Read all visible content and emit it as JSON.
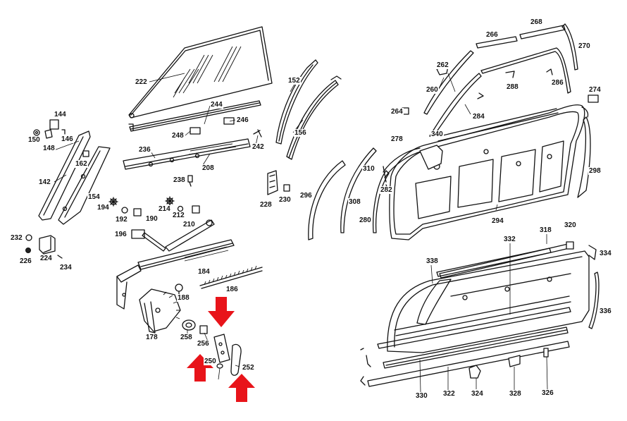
{
  "diagram": {
    "labels": [
      {
        "id": "222",
        "text": "222"
      },
      {
        "id": "244",
        "text": "244"
      },
      {
        "id": "246",
        "text": "246"
      },
      {
        "id": "248",
        "text": "248"
      },
      {
        "id": "242",
        "text": "242"
      },
      {
        "id": "236",
        "text": "236"
      },
      {
        "id": "208",
        "text": "208"
      },
      {
        "id": "238",
        "text": "238"
      },
      {
        "id": "152",
        "text": "152"
      },
      {
        "id": "156",
        "text": "156"
      },
      {
        "id": "228",
        "text": "228"
      },
      {
        "id": "230",
        "text": "230"
      },
      {
        "id": "144",
        "text": "144"
      },
      {
        "id": "150",
        "text": "150"
      },
      {
        "id": "148",
        "text": "148"
      },
      {
        "id": "146",
        "text": "146"
      },
      {
        "id": "162",
        "text": "162"
      },
      {
        "id": "142",
        "text": "142"
      },
      {
        "id": "154",
        "text": "154"
      },
      {
        "id": "194",
        "text": "194"
      },
      {
        "id": "192",
        "text": "192"
      },
      {
        "id": "190",
        "text": "190"
      },
      {
        "id": "214",
        "text": "214"
      },
      {
        "id": "212",
        "text": "212"
      },
      {
        "id": "210",
        "text": "210"
      },
      {
        "id": "196",
        "text": "196"
      },
      {
        "id": "232",
        "text": "232"
      },
      {
        "id": "226",
        "text": "226"
      },
      {
        "id": "224",
        "text": "224"
      },
      {
        "id": "234",
        "text": "234"
      },
      {
        "id": "184",
        "text": "184"
      },
      {
        "id": "186",
        "text": "186"
      },
      {
        "id": "188",
        "text": "188"
      },
      {
        "id": "178",
        "text": "178"
      },
      {
        "id": "258",
        "text": "258"
      },
      {
        "id": "256",
        "text": "256"
      },
      {
        "id": "250",
        "text": "250"
      },
      {
        "id": "252",
        "text": "252"
      },
      {
        "id": "266",
        "text": "266"
      },
      {
        "id": "268",
        "text": "268"
      },
      {
        "id": "270",
        "text": "270"
      },
      {
        "id": "262",
        "text": "262"
      },
      {
        "id": "260",
        "text": "260"
      },
      {
        "id": "288",
        "text": "288"
      },
      {
        "id": "286",
        "text": "286"
      },
      {
        "id": "274",
        "text": "274"
      },
      {
        "id": "264",
        "text": "264"
      },
      {
        "id": "284",
        "text": "284"
      },
      {
        "id": "278",
        "text": "278"
      },
      {
        "id": "340",
        "text": "340"
      },
      {
        "id": "310",
        "text": "310"
      },
      {
        "id": "282",
        "text": "282"
      },
      {
        "id": "296",
        "text": "296"
      },
      {
        "id": "308",
        "text": "308"
      },
      {
        "id": "280",
        "text": "280"
      },
      {
        "id": "294",
        "text": "294"
      },
      {
        "id": "298",
        "text": "298"
      },
      {
        "id": "318",
        "text": "318"
      },
      {
        "id": "320",
        "text": "320"
      },
      {
        "id": "334",
        "text": "334"
      },
      {
        "id": "332",
        "text": "332"
      },
      {
        "id": "338",
        "text": "338"
      },
      {
        "id": "336",
        "text": "336"
      },
      {
        "id": "330",
        "text": "330"
      },
      {
        "id": "322",
        "text": "322"
      },
      {
        "id": "324",
        "text": "324"
      },
      {
        "id": "328",
        "text": "328"
      },
      {
        "id": "326",
        "text": "326"
      }
    ]
  },
  "colors": {
    "line": "#111111",
    "arrow": "#e8141a",
    "background": "#ffffff"
  }
}
